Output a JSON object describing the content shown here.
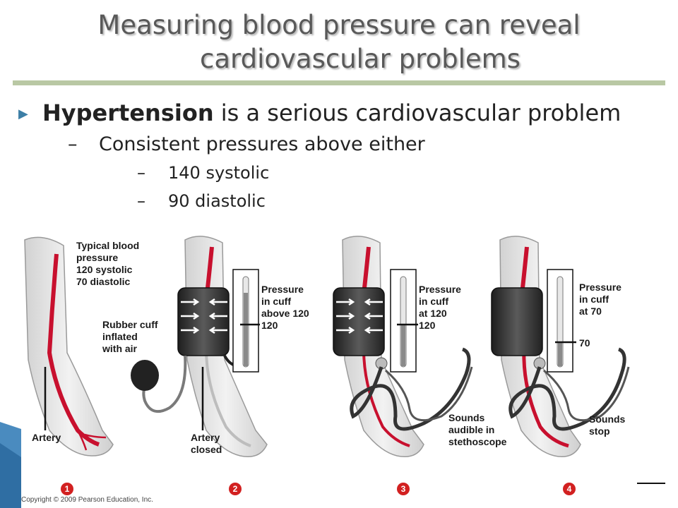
{
  "slide": {
    "title_line1": "Measuring blood pressure can reveal",
    "title_line2": "cardiovascular problems",
    "bullet1_bold": "Hypertension",
    "bullet1_rest": " is a serious cardiovascular problem",
    "bullet2": "Consistent pressures above either",
    "bullet3a": "140 systolic",
    "bullet3b": "90 diastolic",
    "dash_level2": "–",
    "dash_level3": "–"
  },
  "figure": {
    "panel1": {
      "typical": "Typical blood\npressure\n120 systolic\n70 diastolic",
      "artery": "Artery",
      "step": "1"
    },
    "panel2": {
      "cuff": "Rubber cuff\ninflated\nwith air",
      "pressure": "Pressure\nin cuff\nabove 120",
      "gauge": "120",
      "artery_closed": "Artery\nclosed",
      "step": "2"
    },
    "panel3": {
      "pressure": "Pressure\nin cuff\nat 120",
      "gauge": "120",
      "sounds": "Sounds\naudible in\nstethoscope",
      "step": "3"
    },
    "panel4": {
      "pressure": "Pressure\nin cuff\nat 70",
      "gauge": "70",
      "sounds": "Sounds\nstop",
      "step": "4"
    },
    "copyright": "Copyright © 2009 Pearson Education, Inc.",
    "colors": {
      "artery": "#c8102e",
      "cuff": "#2e2e2e",
      "skin": "#ececec",
      "step_badge": "#d22020",
      "rule": "#b9c8a4"
    }
  }
}
